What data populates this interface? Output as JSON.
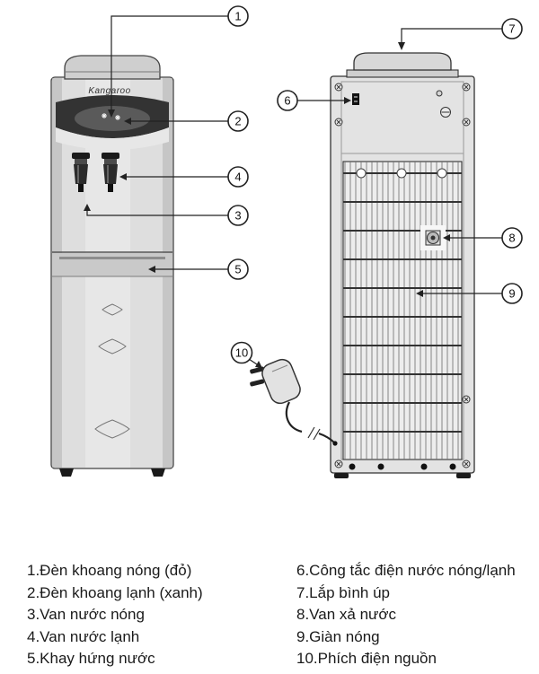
{
  "figure": {
    "brand": "Kangaroo"
  },
  "callouts": [
    "1",
    "2",
    "3",
    "4",
    "5",
    "6",
    "7",
    "8",
    "9",
    "10"
  ],
  "legend": {
    "left": [
      "1.Đèn khoang nóng (đỏ)",
      "2.Đèn khoang lạnh (xanh)",
      "3.Van nước nóng",
      "4.Van nước lạnh",
      "5.Khay hứng nước"
    ],
    "right": [
      "6.Công tắc điện nước nóng/lạnh",
      "7.Lắp bình úp",
      "8.Van xả nước",
      "9.Giàn nóng",
      "10.Phích điện nguồn"
    ]
  }
}
